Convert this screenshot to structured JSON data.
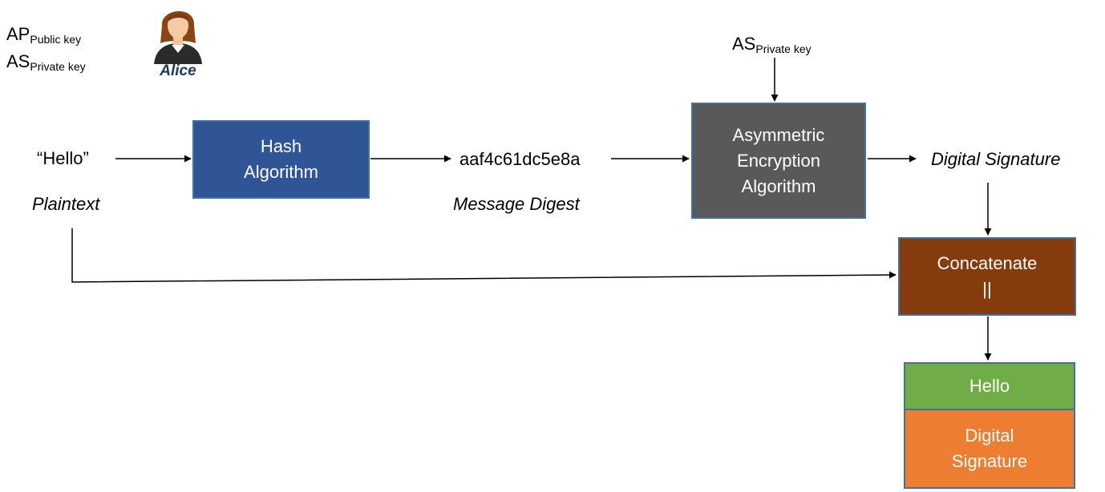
{
  "keys": {
    "public": {
      "main": "AP",
      "sub": "Public key"
    },
    "private": {
      "main": "AS",
      "sub": "Private key"
    },
    "encryption_key": {
      "main": "AS",
      "sub": "Private key"
    }
  },
  "alice": {
    "label": "Alice",
    "icon": "person-avatar-icon"
  },
  "plaintext": {
    "value": "“Hello”",
    "caption": "Plaintext"
  },
  "hash_box": {
    "line1": "Hash",
    "line2": "Algorithm"
  },
  "digest": {
    "value": "aaf4c61dc5e8a",
    "caption": "Message Digest"
  },
  "encrypt_box": {
    "line1": "Asymmetric",
    "line2": "Encryption",
    "line3": "Algorithm"
  },
  "signature": {
    "value": "Digital Signature"
  },
  "concat_box": {
    "line1": "Concatenate",
    "line2": "||"
  },
  "output": {
    "top": "Hello",
    "bottom_line1": "Digital",
    "bottom_line2": "Signature"
  },
  "colors": {
    "hash": "#2f5597",
    "asymmetric": "#595959",
    "concatenate": "#843c0c",
    "hello": "#70ad47",
    "signature": "#ed7d31"
  }
}
